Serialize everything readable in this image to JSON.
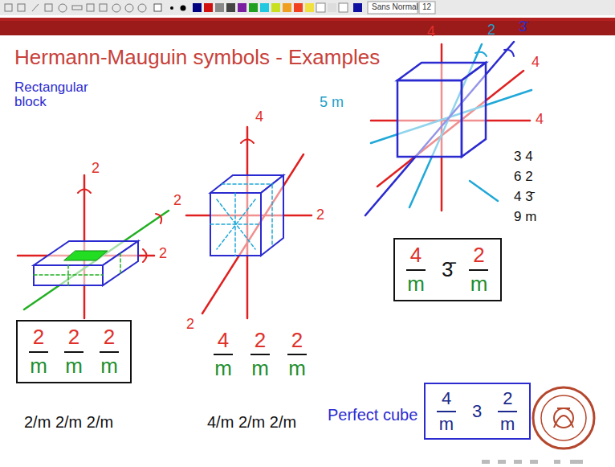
{
  "diagram": {
    "title": "Hermann-Mauguin symbols - Examples",
    "nodes": [
      {
        "text": [
          "2",
          "m",
          "2",
          "m",
          "2",
          "m"
        ]
      },
      {
        "text": [
          "4",
          "m",
          "3̄",
          "2",
          "m"
        ]
      },
      {
        "text": [
          "4",
          "m",
          "3",
          "2",
          "m"
        ]
      }
    ],
    "labels": [
      "Sans Normal",
      "12",
      "Rectangular block",
      "2",
      "2",
      "2",
      "2/m 2/m 2/m",
      "4",
      "2",
      "2",
      "5 m",
      "4",
      "m",
      "2",
      "m",
      "2",
      "m",
      "4/m 2/m 2/m",
      "4",
      "2",
      "3̄",
      "4",
      "4",
      "3 4",
      "6 2",
      "4 3̄",
      "9 m",
      "Perfect cube"
    ]
  }
}
